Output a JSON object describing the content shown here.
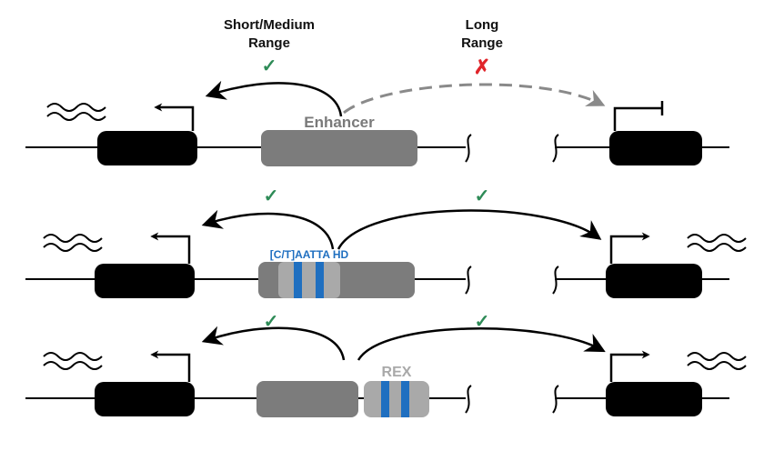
{
  "labels": {
    "short_range_line1": "Short/Medium",
    "short_range_line2": "Range",
    "long_range_line1": "Long",
    "long_range_line2": "Range",
    "enhancer": "Enhancer",
    "hd_motif": "[C/T]AATTA HD",
    "rex": "REX"
  },
  "marks": {
    "check": "✓",
    "cross": "✗"
  },
  "colors": {
    "check": "#2e8b57",
    "cross": "#e0242a",
    "enhancer_text": "#7a7a7a",
    "enhancer_box": "#7c7c7c",
    "motif_text": "#1f6fc0",
    "motif_band": "#1f6fc0",
    "motif_box": "#a9a9a9",
    "gene": "#000000",
    "dashed_arrow": "#8a8a8a"
  }
}
